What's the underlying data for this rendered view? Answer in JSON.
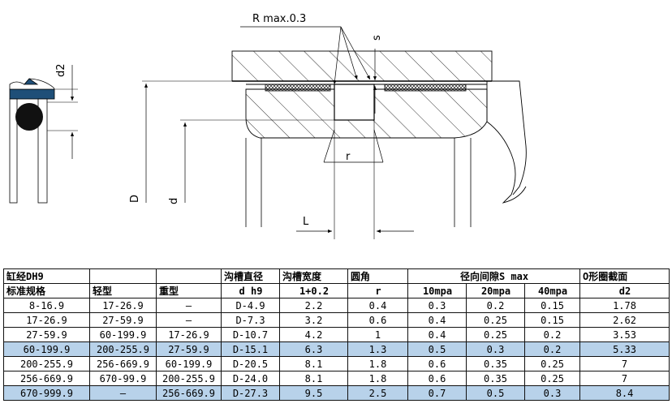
{
  "diagram": {
    "labels": {
      "radius": "R max.0.3",
      "s": "s",
      "d2": "d2",
      "D": "D",
      "d": "d",
      "r": "r",
      "L": "L"
    }
  },
  "table": {
    "header1": [
      "缸经DH9",
      "",
      "",
      "沟槽直径",
      "沟槽宽度",
      "圆角",
      "径向间隙S max",
      "O形圈截面"
    ],
    "header2": [
      "标准规格",
      "轻型",
      "重型",
      "d h9",
      "1+0.2",
      "r",
      "10mpa",
      "20mpa",
      "40mpa",
      "d2"
    ],
    "rows": [
      [
        "8-16.9",
        "17-26.9",
        "—",
        "D-4.9",
        "2.2",
        "0.4",
        "0.3",
        "0.2",
        "0.15",
        "1.78"
      ],
      [
        "17-26.9",
        "27-59.9",
        "—",
        "D-7.3",
        "3.2",
        "0.6",
        "0.4",
        "0.25",
        "0.15",
        "2.62"
      ],
      [
        "27-59.9",
        "60-199.9",
        "17-26.9",
        "D-10.7",
        "4.2",
        "1",
        "0.4",
        "0.25",
        "0.2",
        "3.53"
      ],
      [
        "60-199.9",
        "200-255.9",
        "27-59.9",
        "D-15.1",
        "6.3",
        "1.3",
        "0.5",
        "0.3",
        "0.2",
        "5.33"
      ],
      [
        "200-255.9",
        "256-669.9",
        "60-199.9",
        "D-20.5",
        "8.1",
        "1.8",
        "0.6",
        "0.35",
        "0.25",
        "7"
      ],
      [
        "256-669.9",
        "670-99.9",
        "200-255.9",
        "D-24.0",
        "8.1",
        "1.8",
        "0.6",
        "0.35",
        "0.25",
        "7"
      ],
      [
        "670-999.9",
        "—",
        "256-669.9",
        "D-27.3",
        "9.5",
        "2.5",
        "0.7",
        "0.5",
        "0.3",
        "8.4"
      ]
    ],
    "highlight_rows": [
      3,
      6
    ],
    "highlight_color": "#b8d2ea"
  }
}
